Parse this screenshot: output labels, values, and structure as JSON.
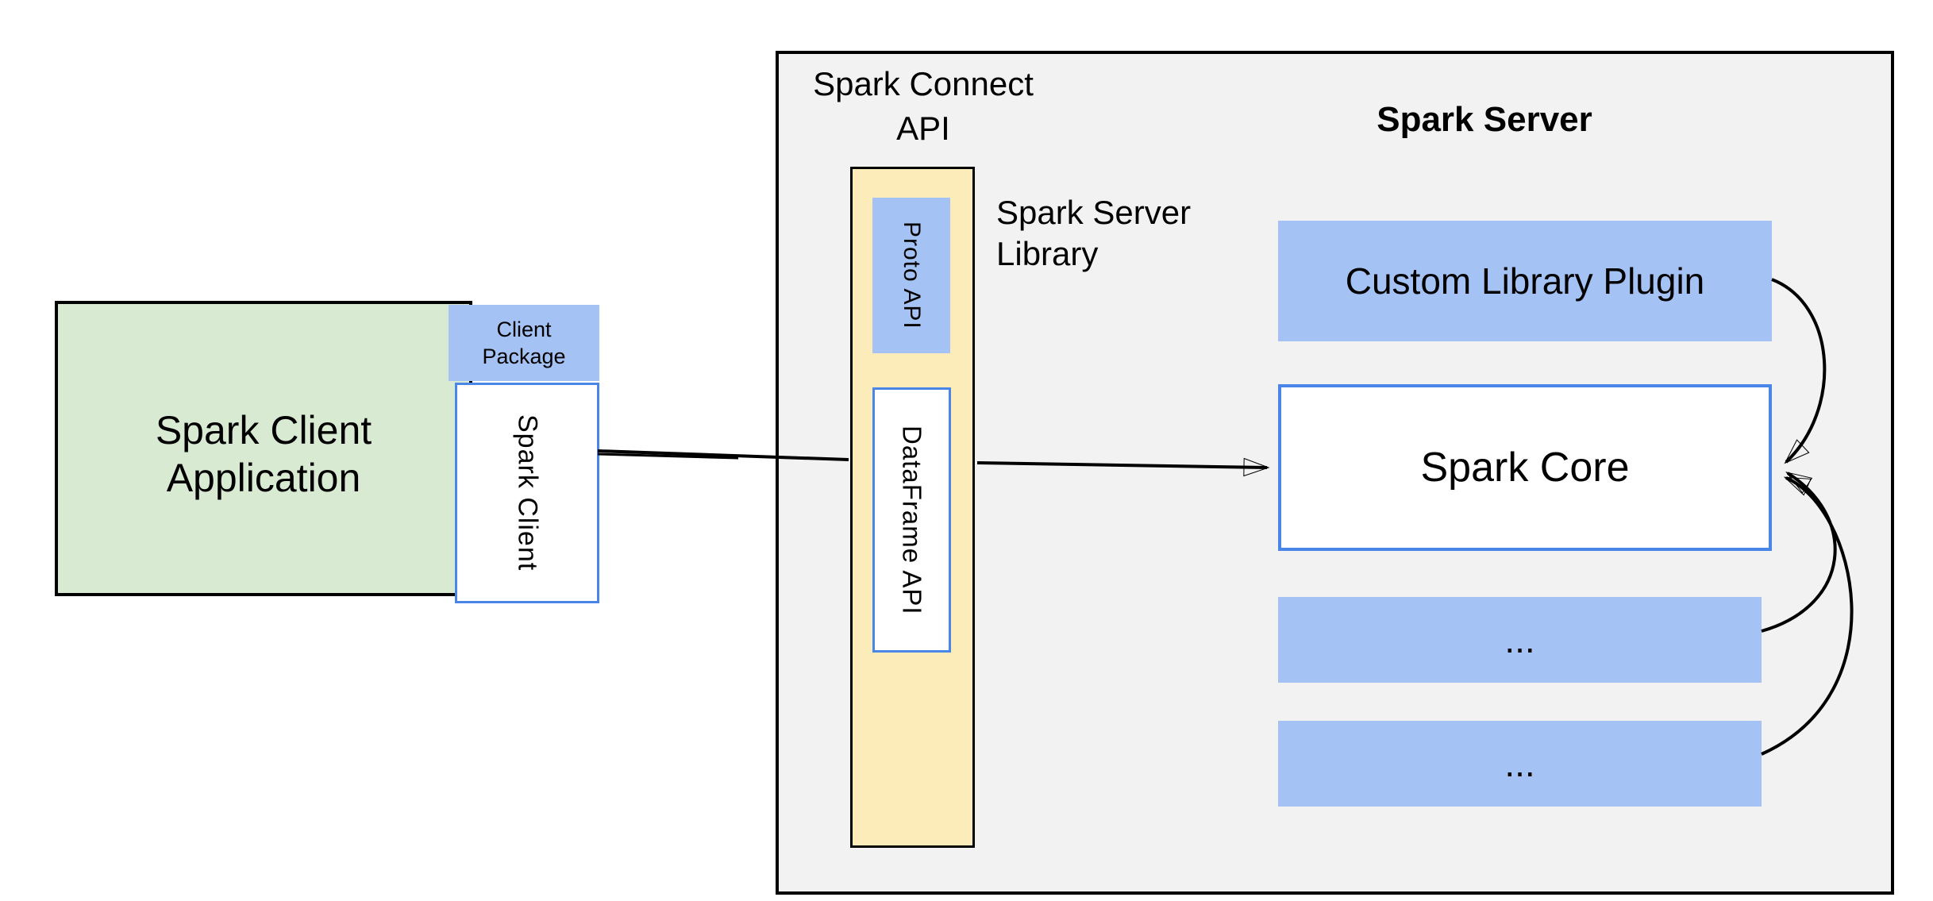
{
  "colors": {
    "page_bg": "#ffffff",
    "container_fill": "#f2f2f2",
    "container_border": "#000000",
    "green_fill": "#d9ead3",
    "green_border": "#000000",
    "blue_fill": "#a4c2f4",
    "blue_border": "#4a86e8",
    "yellow_fill": "#fcecba",
    "yellow_border": "#000000",
    "arrow_color": "#000000",
    "text_color": "#000000"
  },
  "client_side": {
    "application_label": "Spark Client Application",
    "package_label": "Client Package",
    "client_label": "Spark Client"
  },
  "connect_api": {
    "title": "Spark Connect API",
    "proto_api_label": "Proto API",
    "dataframe_api_label": "DataFrame API",
    "server_library_label": "Spark Server Library"
  },
  "spark_server": {
    "title": "Spark Server",
    "custom_plugin_label": "Custom Library Plugin",
    "spark_core_label": "Spark Core",
    "plugin_placeholder_1": "...",
    "plugin_placeholder_2": "..."
  }
}
